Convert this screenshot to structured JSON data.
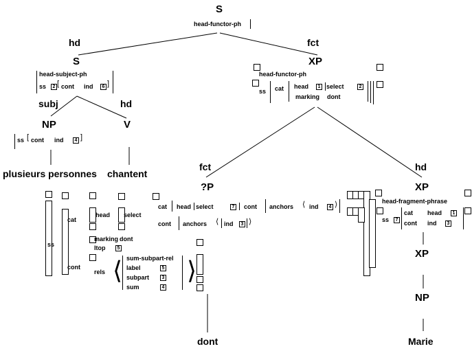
{
  "nodes": {
    "root": {
      "label": "S",
      "type": "head-functor-ph"
    },
    "s": {
      "label": "S",
      "type": "head-subject-ph",
      "ss": "ss",
      "cont": "cont",
      "ind": "ind",
      "tag_ss": "2",
      "tag_ind": "6"
    },
    "xp_top": {
      "label": "XP",
      "type": "head-functor-ph",
      "ss": "ss",
      "cat": "cat",
      "head": "head",
      "select": "select",
      "marking": "marking",
      "marking_val": "dont",
      "tag_head": "1",
      "tag_select": "2"
    },
    "np_subj": {
      "label": "NP",
      "ss": "ss",
      "cont": "cont",
      "ind": "ind",
      "tag_ind": "4"
    },
    "v": {
      "label": "V"
    },
    "qp": {
      "label": "?P",
      "row1": {
        "cat": "cat",
        "head": "head",
        "select": "select",
        "cont": "cont",
        "anchors": "anchors",
        "ind": "ind",
        "tag1": "7",
        "tag2": "4"
      },
      "row2": {
        "cont": "cont",
        "anchors": "anchors",
        "ind": "ind",
        "tag": "3"
      }
    },
    "xp_frag": {
      "label": "XP",
      "type": "head-fragment-phrase",
      "ss": "ss",
      "cat": "cat",
      "head": "head",
      "cont": "cont",
      "ind": "ind",
      "tag_ss": "7",
      "tag_head": "1",
      "tag_ind": "3"
    },
    "xp_low": {
      "label": "XP"
    },
    "np_low": {
      "label": "NP"
    }
  },
  "edges": {
    "root_left": "hd",
    "root_right": "fct",
    "s_left": "subj",
    "s_right": "hd",
    "xp_left": "fct",
    "xp_right": "hd"
  },
  "leaves": {
    "np_subj": "plusieurs personnes",
    "v": "chantent",
    "qp": "dont",
    "np_low": "Marie"
  },
  "dont_avm": {
    "ss": "ss",
    "cat": "cat",
    "head": "head",
    "select": "select",
    "cont": "cont",
    "marking": "marking",
    "marking_val": "dont",
    "ltop": "ltop",
    "tag_ltop": "5",
    "rels": "rels",
    "rel_type": "sum-subpart-rel",
    "label": "label",
    "subpart": "subpart",
    "sum": "sum",
    "tag_label": "5",
    "tag_subpart": "3",
    "tag_sum": "4"
  }
}
